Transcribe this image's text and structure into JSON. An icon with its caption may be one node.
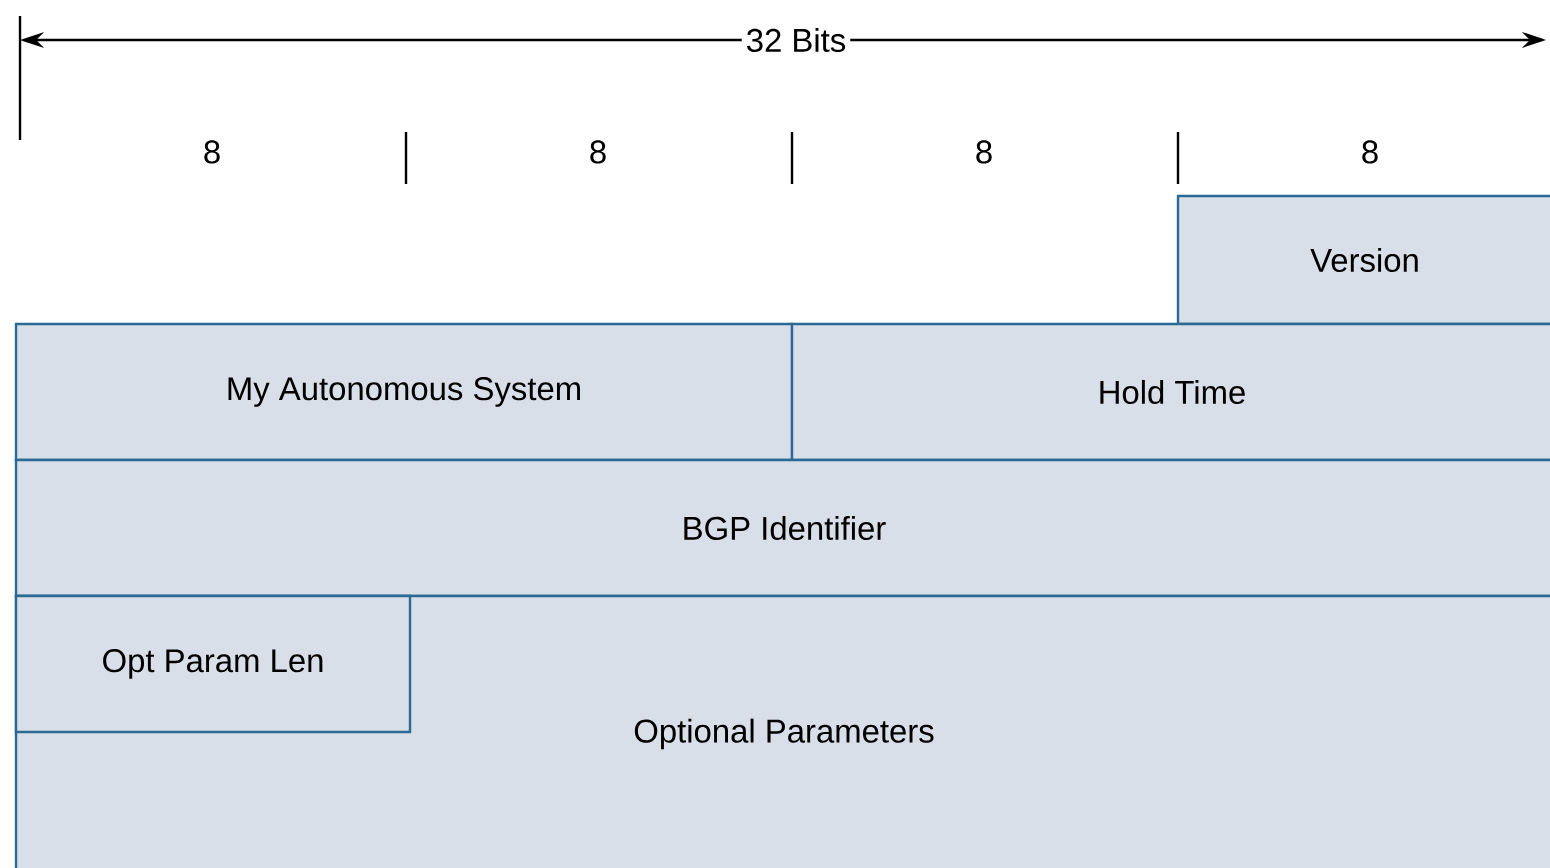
{
  "diagram": {
    "nodes": [
      {
        "text": [
          "Version"
        ]
      },
      {
        "text": [
          "My Autonomous System"
        ]
      },
      {
        "text": [
          "Hold Time"
        ]
      },
      {
        "text": [
          "BGP Identifier"
        ]
      },
      {
        "text": [
          "Optional Parameters"
        ]
      },
      {
        "text": [
          "Opt Param Len"
        ],
        "in": 4
      }
    ],
    "labels": [
      "32 Bits",
      "8",
      "8",
      "8",
      "8"
    ]
  }
}
